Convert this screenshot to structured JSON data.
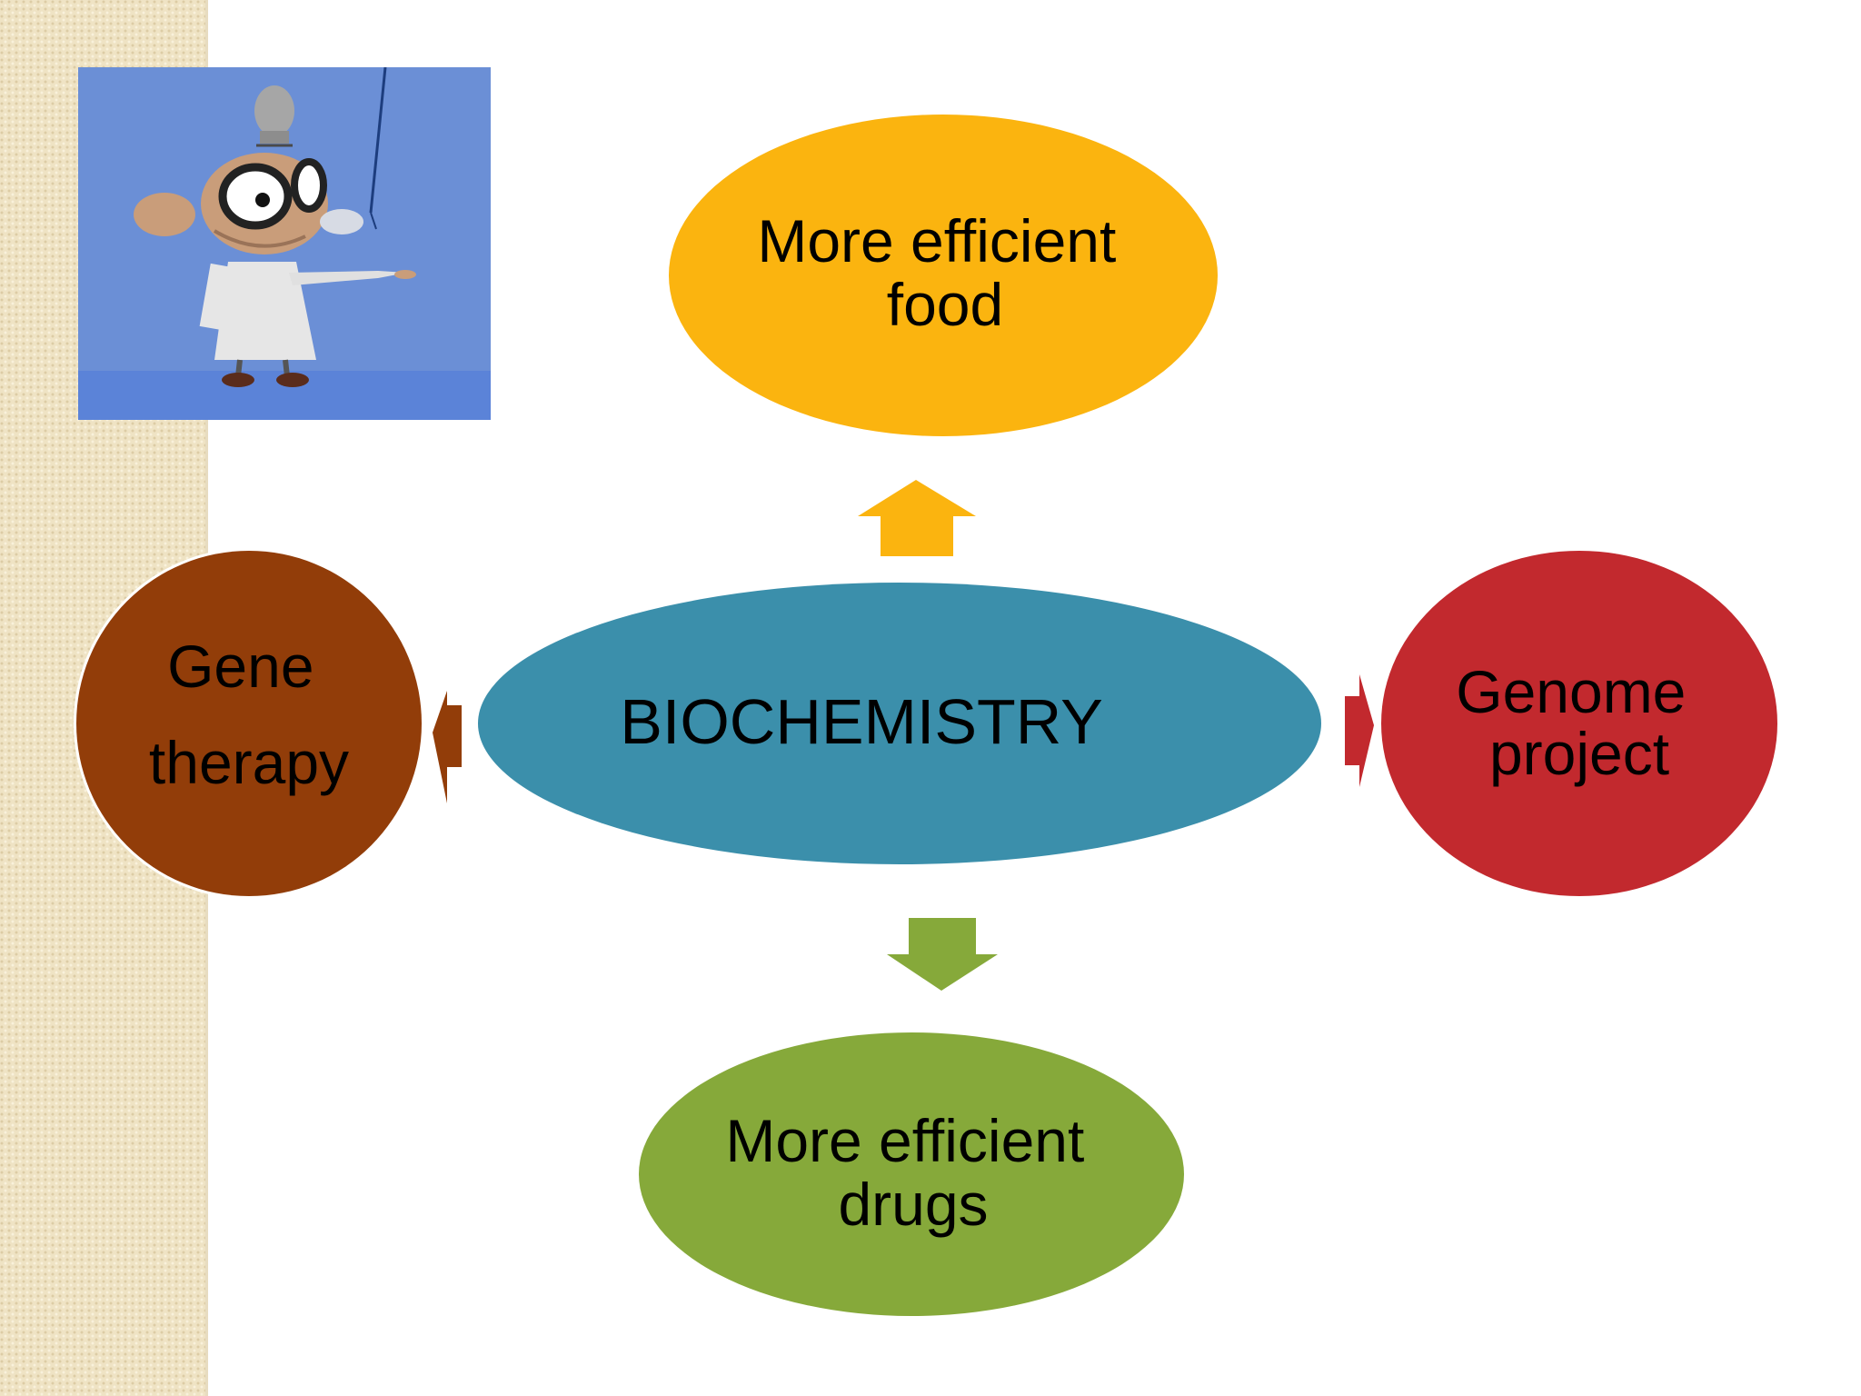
{
  "slide": {
    "center_label": "BIOCHEMISTRY",
    "nodes": {
      "top": {
        "lines": [
          "More efficient",
          "food"
        ]
      },
      "bottom": {
        "lines": [
          "More efficient",
          "drugs"
        ]
      },
      "left": {
        "lines": [
          "Gene",
          "therapy"
        ]
      },
      "right": {
        "lines": [
          "Genome",
          "project"
        ]
      }
    },
    "illustration": {
      "description_icon": "scientist-cartoon-icon"
    }
  },
  "colors": {
    "center": "#3b8fab",
    "top": "#fbb40f",
    "bottom": "#86a93a",
    "left": "#923d09",
    "right": "#c2292e",
    "side_strip": "#efe3c4",
    "illustration_bg": "#6b8fd6"
  }
}
